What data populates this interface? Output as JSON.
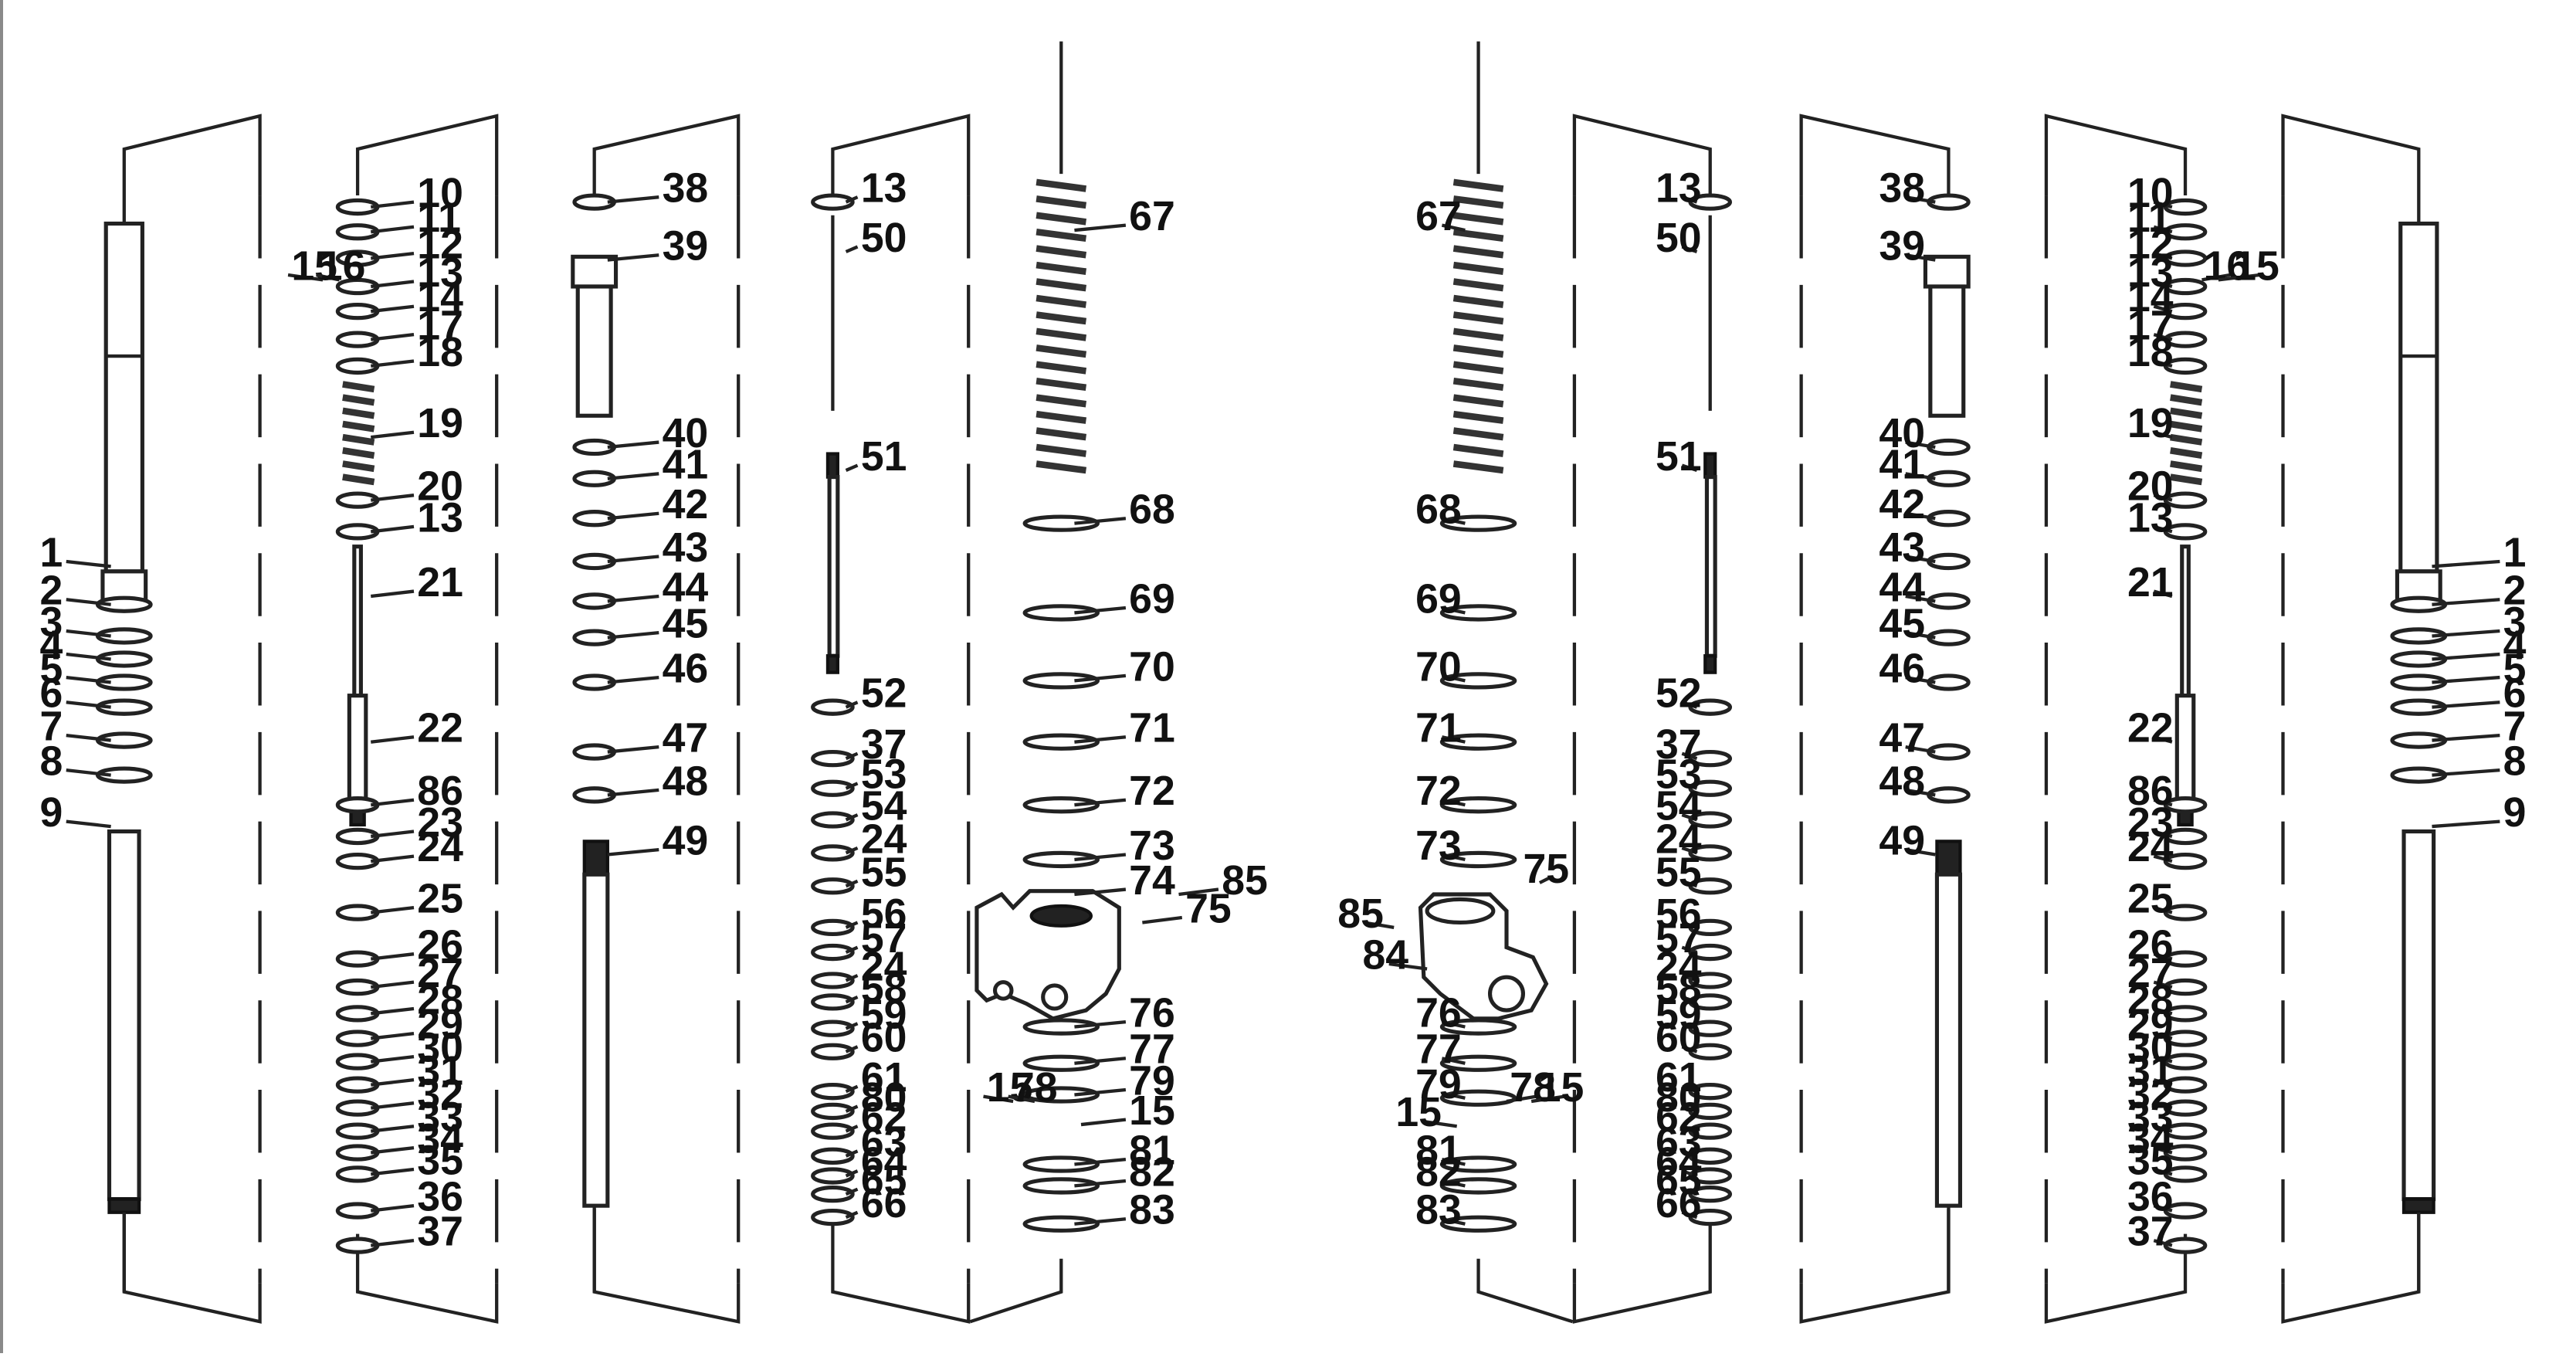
{
  "diagram": {
    "left_half": {
      "col1": [
        "1",
        "2",
        "3",
        "4",
        "5",
        "6",
        "7",
        "8",
        "9"
      ],
      "col2": [
        "10",
        "11",
        "12",
        "13",
        "14",
        "15",
        "16",
        "17",
        "18",
        "19",
        "20",
        "13",
        "21",
        "22",
        "86",
        "23",
        "24",
        "25",
        "26",
        "27",
        "28",
        "29",
        "30",
        "31",
        "32",
        "33",
        "34",
        "35",
        "36",
        "37"
      ],
      "col3": [
        "38",
        "39",
        "40",
        "41",
        "42",
        "43",
        "44",
        "45",
        "46",
        "47",
        "48",
        "49"
      ],
      "col4": [
        "13",
        "50",
        "51",
        "52",
        "37",
        "53",
        "54",
        "24",
        "55",
        "56",
        "57",
        "24",
        "58",
        "59",
        "60",
        "61",
        "80",
        "62",
        "63",
        "64",
        "65",
        "66"
      ],
      "col5": [
        "67",
        "68",
        "69",
        "70",
        "71",
        "72",
        "73",
        "74",
        "85",
        "75",
        "76",
        "77",
        "15",
        "78",
        "79",
        "15",
        "81",
        "82",
        "83"
      ]
    },
    "right_half": {
      "col5": [
        "67",
        "68",
        "69",
        "70",
        "71",
        "72",
        "73",
        "75",
        "85",
        "84",
        "76",
        "77",
        "79",
        "78",
        "15",
        "15",
        "81",
        "82",
        "83"
      ],
      "col4": [
        "13",
        "50",
        "51",
        "52",
        "37",
        "53",
        "54",
        "24",
        "55",
        "56",
        "57",
        "24",
        "58",
        "59",
        "60",
        "61",
        "80",
        "62",
        "63",
        "64",
        "65",
        "66"
      ],
      "col3": [
        "38",
        "39",
        "40",
        "41",
        "42",
        "43",
        "44",
        "45",
        "46",
        "47",
        "48",
        "49"
      ],
      "col2": [
        "10",
        "11",
        "12",
        "13",
        "16",
        "15",
        "14",
        "17",
        "18",
        "19",
        "20",
        "13",
        "21",
        "22",
        "86",
        "23",
        "24",
        "25",
        "26",
        "27",
        "28",
        "29",
        "30",
        "31",
        "32",
        "33",
        "34",
        "35",
        "36",
        "37"
      ],
      "col1": [
        "1",
        "2",
        "3",
        "4",
        "5",
        "6",
        "7",
        "8",
        "9"
      ]
    }
  }
}
